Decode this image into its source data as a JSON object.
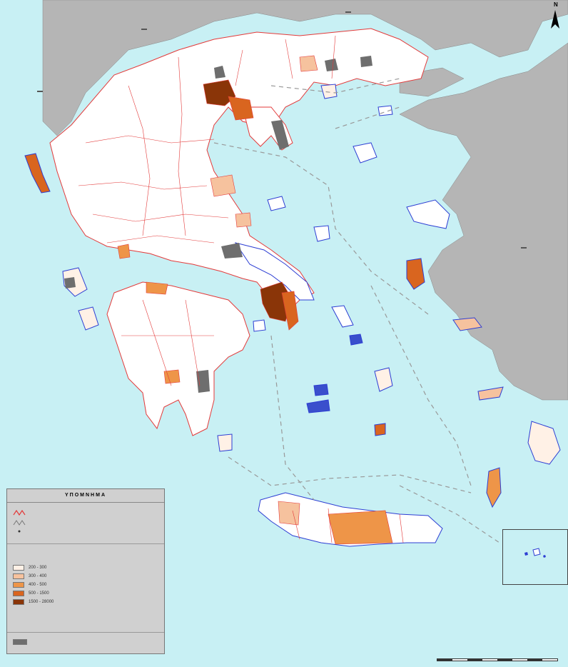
{
  "country_labels": {
    "bulgaria": "",
    "fyrom": "",
    "albania": "",
    "turkey": ""
  },
  "north": "N",
  "legend": {
    "title": "ΥΠΟΜΝΗΜΑ",
    "boundary_label": "",
    "service_area_label": "",
    "seat_label": "",
    "density_title": "",
    "classes": [
      "200 - 300",
      "300 - 400",
      "400 - 500",
      "500 - 1500",
      "1500 - 28000"
    ],
    "note": "",
    "programs_label": ""
  },
  "inset": {
    "label": ""
  },
  "colors": {
    "sea": "#c8f0f4",
    "neighbour_land": "#b5b5b5",
    "white_land": "#ffffff",
    "boundary_red": "#e33a3a",
    "island_outline": "#2d3ed3",
    "programs_grey": "#6e6e6e",
    "class_1": "#fff1e6",
    "class_2": "#f6c29e",
    "class_3": "#ee9548",
    "class_4": "#d9651f",
    "class_5": "#8a3508"
  }
}
